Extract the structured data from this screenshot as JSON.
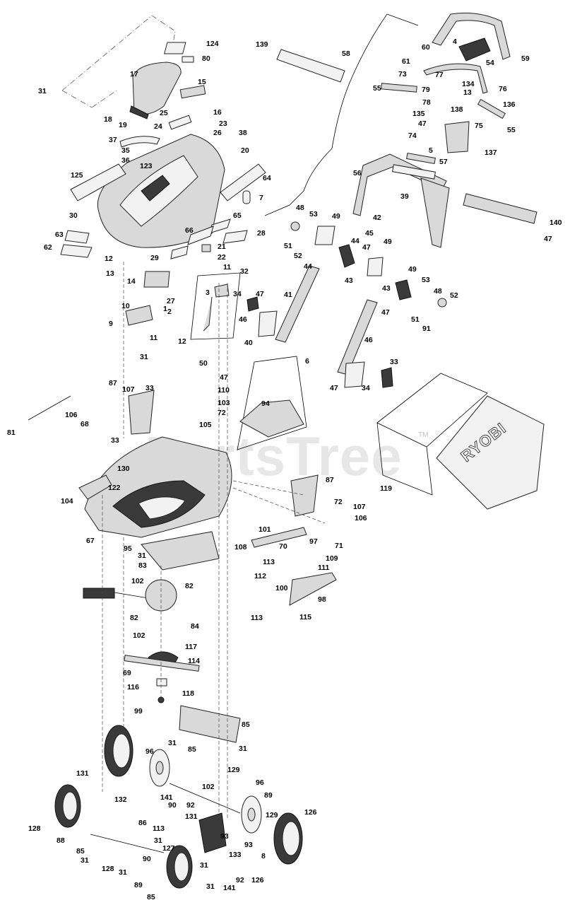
{
  "diagram": {
    "watermark": "PartsTree",
    "watermark_tm": "TM",
    "bag_brand": "RYOBI",
    "callouts": [
      "124",
      "80",
      "31",
      "17",
      "15",
      "16",
      "18",
      "19",
      "25",
      "23",
      "24",
      "26",
      "38",
      "37",
      "35",
      "20",
      "36",
      "123",
      "125",
      "64",
      "30",
      "7",
      "63",
      "62",
      "65",
      "66",
      "28",
      "29",
      "21",
      "22",
      "12",
      "13",
      "11",
      "14",
      "27",
      "1",
      "2",
      "10",
      "9",
      "11",
      "139",
      "58",
      "60",
      "4",
      "54",
      "59",
      "61",
      "73",
      "77",
      "134",
      "55",
      "79",
      "13",
      "76",
      "78",
      "138",
      "136",
      "135",
      "47",
      "75",
      "55",
      "74",
      "57",
      "137",
      "5",
      "56",
      "39",
      "140",
      "47",
      "48",
      "53",
      "49",
      "42",
      "45",
      "51",
      "52",
      "44",
      "47",
      "49",
      "43",
      "49",
      "44",
      "43",
      "47",
      "53",
      "48",
      "52",
      "51",
      "91",
      "32",
      "3",
      "34",
      "47",
      "46",
      "40",
      "41",
      "46",
      "47",
      "34",
      "33",
      "12",
      "31",
      "33",
      "50",
      "47",
      "110",
      "103",
      "72",
      "87",
      "107",
      "106",
      "68",
      "81",
      "105",
      "33",
      "130",
      "122",
      "6",
      "94",
      "104",
      "87",
      "72",
      "107",
      "106",
      "97",
      "67",
      "95",
      "31",
      "83",
      "82",
      "102",
      "101",
      "108",
      "70",
      "71",
      "109",
      "113",
      "111",
      "112",
      "100",
      "98",
      "82",
      "84",
      "102",
      "113",
      "115",
      "117",
      "114",
      "69",
      "116",
      "118",
      "99",
      "85",
      "31",
      "85",
      "31",
      "129",
      "131",
      "96",
      "132",
      "102",
      "96",
      "89",
      "141",
      "90",
      "92",
      "86",
      "113",
      "131",
      "129",
      "126",
      "128",
      "88",
      "93",
      "31",
      "127",
      "85",
      "31",
      "128",
      "90",
      "93",
      "31",
      "133",
      "31",
      "141",
      "92",
      "126",
      "85",
      "31",
      "89",
      "8",
      "119"
    ]
  }
}
